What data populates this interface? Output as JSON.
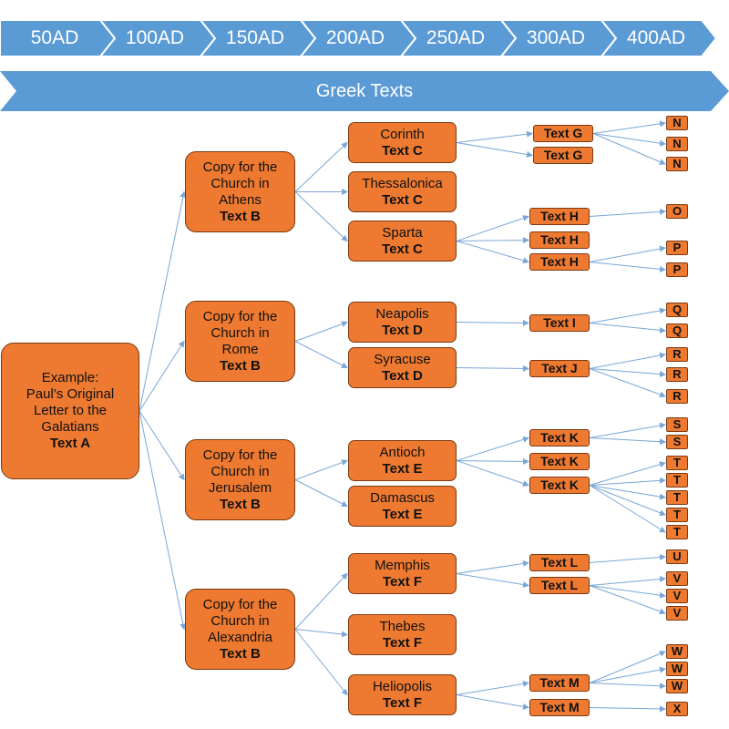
{
  "timeline": [
    "50AD",
    "100AD",
    "150AD",
    "200AD",
    "250AD",
    "300AD",
    "400AD"
  ],
  "banner": {
    "title": "Greek Texts"
  },
  "colors": {
    "arrow_blue": "#5b9bd5",
    "node_orange": "#ee7a31",
    "node_border": "#7a3a12",
    "edge": "#7aa7d6"
  },
  "root": {
    "lines": [
      "Example:",
      "Paul’s Original",
      "Letter to the",
      "Galatians"
    ],
    "text": "Text A"
  },
  "churches": [
    {
      "lines": [
        "Copy for the",
        "Church in",
        "Athens"
      ],
      "text": "Text B"
    },
    {
      "lines": [
        "Copy for the",
        "Church in",
        "Rome"
      ],
      "text": "Text B"
    },
    {
      "lines": [
        "Copy for the",
        "Church in",
        "Jerusalem"
      ],
      "text": "Text B"
    },
    {
      "lines": [
        "Copy for the",
        "Church in",
        "Alexandria"
      ],
      "text": "Text B"
    }
  ],
  "cities": [
    {
      "name": "Corinth",
      "text": "Text C"
    },
    {
      "name": "Thessalonica",
      "text": "Text C"
    },
    {
      "name": "Sparta",
      "text": "Text C"
    },
    {
      "name": "Neapolis",
      "text": "Text D"
    },
    {
      "name": "Syracuse",
      "text": "Text D"
    },
    {
      "name": "Antioch",
      "text": "Text E"
    },
    {
      "name": "Damascus",
      "text": "Text E"
    },
    {
      "name": "Memphis",
      "text": "Text F"
    },
    {
      "name": "Thebes",
      "text": "Text F"
    },
    {
      "name": "Heliopolis",
      "text": "Text F"
    }
  ],
  "copies": [
    "Text G",
    "Text G",
    "Text H",
    "Text H",
    "Text H",
    "Text I",
    "Text J",
    "Text K",
    "Text K",
    "Text K",
    "Text L",
    "Text L",
    "Text M",
    "Text M"
  ],
  "leaves": [
    "N",
    "N",
    "N",
    "O",
    "P",
    "P",
    "Q",
    "Q",
    "R",
    "R",
    "R",
    "S",
    "S",
    "T",
    "T",
    "T",
    "T",
    "T",
    "U",
    "V",
    "V",
    "V",
    "W",
    "W",
    "W",
    "X"
  ]
}
